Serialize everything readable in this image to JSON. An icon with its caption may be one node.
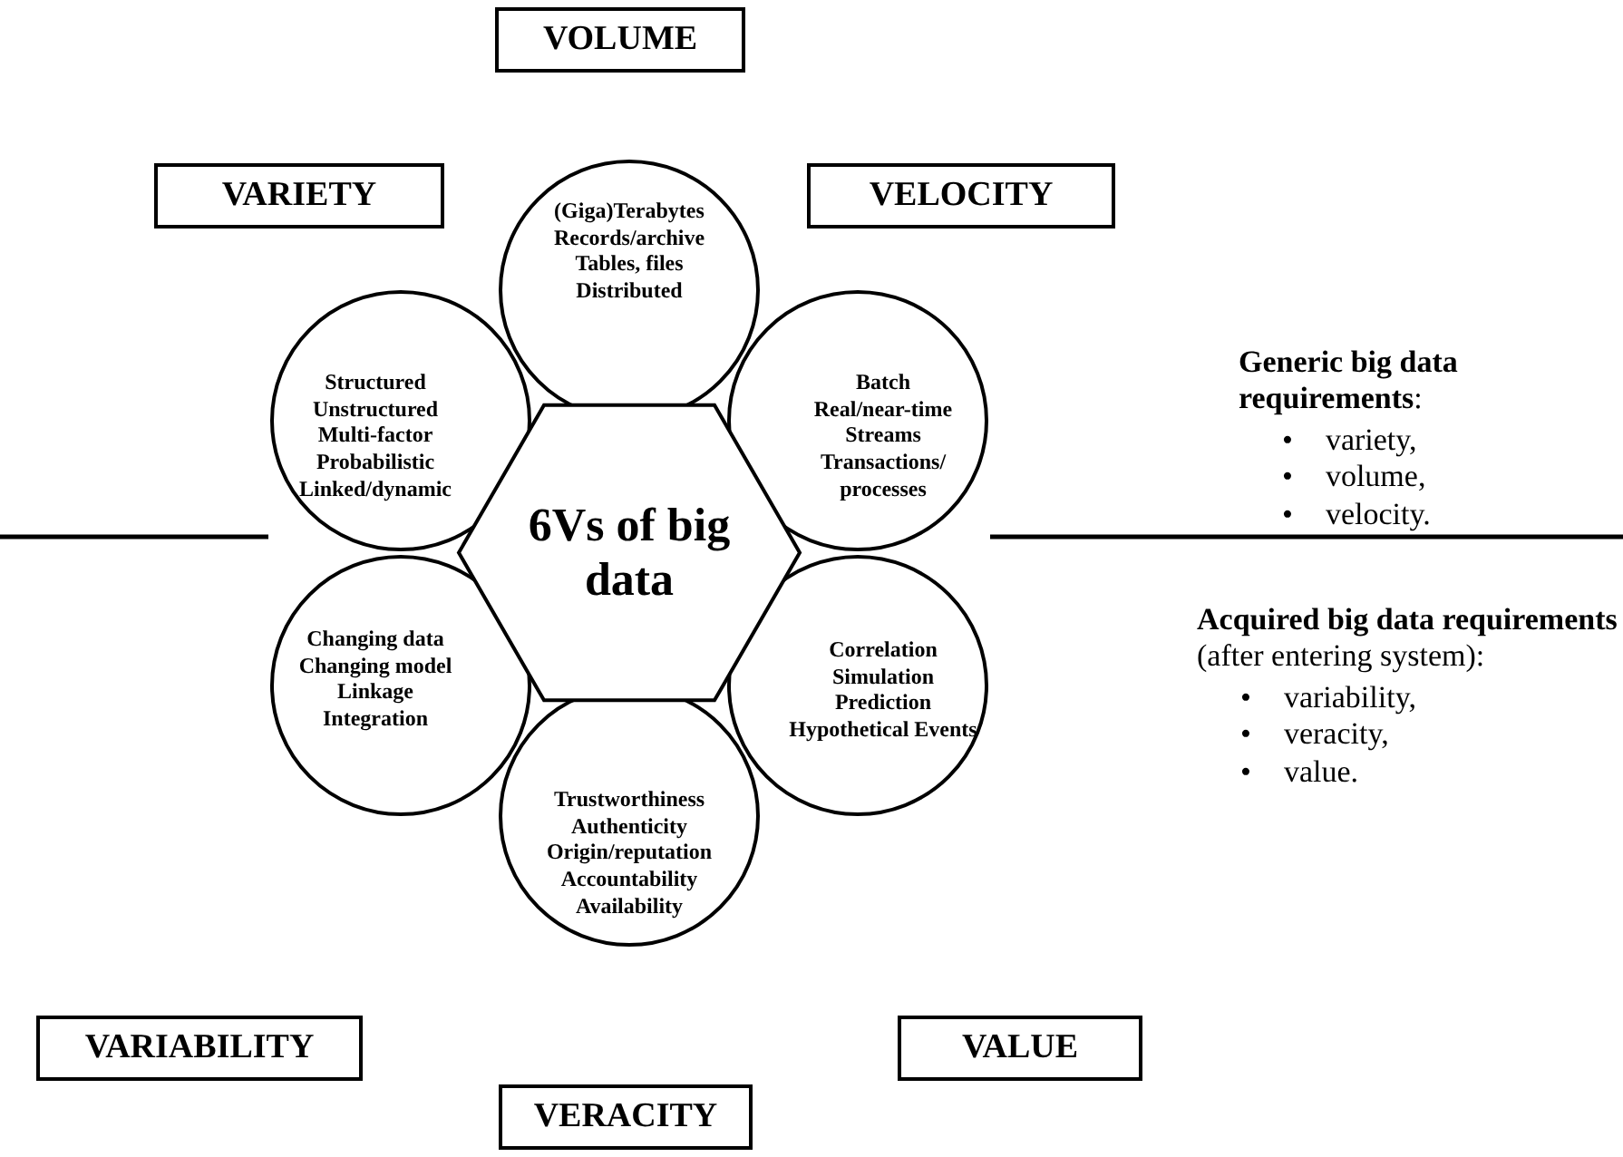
{
  "diagram": {
    "nodes": [
      {
        "text": [
          "6Vs of big data"
        ]
      },
      {
        "text": [
          "(Giga)Terabytes",
          "Records/archive",
          "Tables, files",
          "Distributed"
        ]
      },
      {
        "text": [
          "Structured",
          "Unstructured",
          "Multi-factor",
          "Probabilistic",
          "Linked/dynamic"
        ]
      },
      {
        "text": [
          "Batch",
          "Real/near-time",
          "Streams",
          "Transactions/ processes"
        ]
      },
      {
        "text": [
          "Changing data",
          "Changing model",
          "Linkage",
          "Integration"
        ]
      },
      {
        "text": [
          "Correlation",
          "Simulation",
          "Prediction",
          "Hypothetical Events"
        ]
      },
      {
        "text": [
          "Trustworthiness",
          "Authenticity",
          "Origin/reputation",
          "Accountability",
          "Availability"
        ]
      },
      {
        "text": [
          "VOLUME"
        ]
      },
      {
        "text": [
          "VARIETY"
        ]
      },
      {
        "text": [
          "VELOCITY"
        ]
      },
      {
        "text": [
          "VARIABILITY"
        ]
      },
      {
        "text": [
          "VALUE"
        ]
      },
      {
        "text": [
          "VERACITY"
        ]
      }
    ],
    "edges": [],
    "labels": [
      "**Generic big data requirements**:",
      "•",
      "variety,",
      "•",
      "volume,",
      "•",
      "velocity.",
      "**Acquired big data requirements** (after entering system):",
      "•",
      "variability,",
      "•",
      "veracity,",
      "•",
      "value."
    ]
  }
}
